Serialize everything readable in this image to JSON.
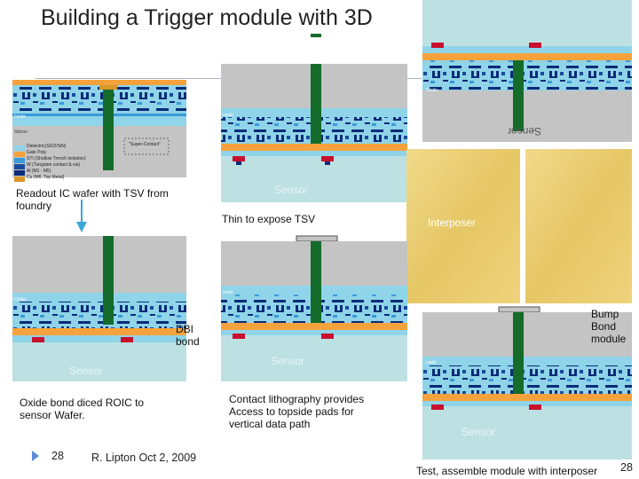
{
  "title": "Building a Trigger module with 3D",
  "labels": {
    "readout_ic": "Readout IC wafer with TSV from foundry",
    "thin": "Thin to expose TSV",
    "dbi_bond": "DBI bond",
    "oxide_bond": "Oxide bond diced ROIC to sensor Wafer.",
    "contact_litho": "Contact lithography provides\nAccess to topside pads for vertical data path",
    "bump_bond": "Bump Bond module",
    "test_assemble": "Test, assemble module with interposer",
    "interposer": "Interposer",
    "sensor": "Sensor",
    "super_contact": "\"Super-Contact\""
  },
  "legend": [
    {
      "label": "Dielectric(SiO2/SiN)",
      "color": "#8fd4e8"
    },
    {
      "label": "Gate Poly",
      "color": "#f6a23c"
    },
    {
      "label": "STI (Shallow Trench Isolation)",
      "color": "#3b9ad8"
    },
    {
      "label": "W (Tungsten contact & via)",
      "color": "#1a4a9a"
    },
    {
      "label": "Al (M1 - M5)",
      "color": "#0a2b78"
    },
    {
      "label": "Cu (M6, Top Metal)",
      "color": "#d9982a"
    }
  ],
  "layer_tags": {
    "oxide": "Oxide",
    "silicon": "Silicon",
    "oxide_small": "oxide"
  },
  "footer": {
    "page_left": "28",
    "author": "R. Lipton Oct 2, 2009",
    "page_right": "28"
  },
  "colors": {
    "gray_wafer": "#c4c4c4",
    "dielectric": "#8fd4e8",
    "sensor": "#bde0e2",
    "tsv": "#156b2a",
    "metal": "#0a2b78",
    "orange": "#f6a23c",
    "red_pad": "#c8102e",
    "interposer": "#e8cf73"
  }
}
